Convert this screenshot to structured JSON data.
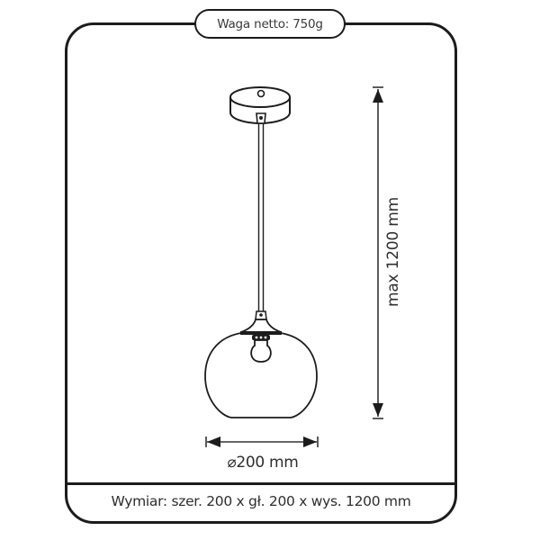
{
  "header": {
    "weight_label": "Waga netto: 750g"
  },
  "diagram": {
    "product": "pendant lamp with spherical glass shade",
    "height_dimension": "max 1200 mm",
    "diameter_dimension": "⌀200 mm"
  },
  "footer": {
    "dimensions_text": "Wymiar: szer. 200 x gł. 200 x wys. 1200 mm"
  },
  "colors": {
    "line": "#1c1c1c",
    "text": "#2e2e2e",
    "background": "#ffffff"
  }
}
